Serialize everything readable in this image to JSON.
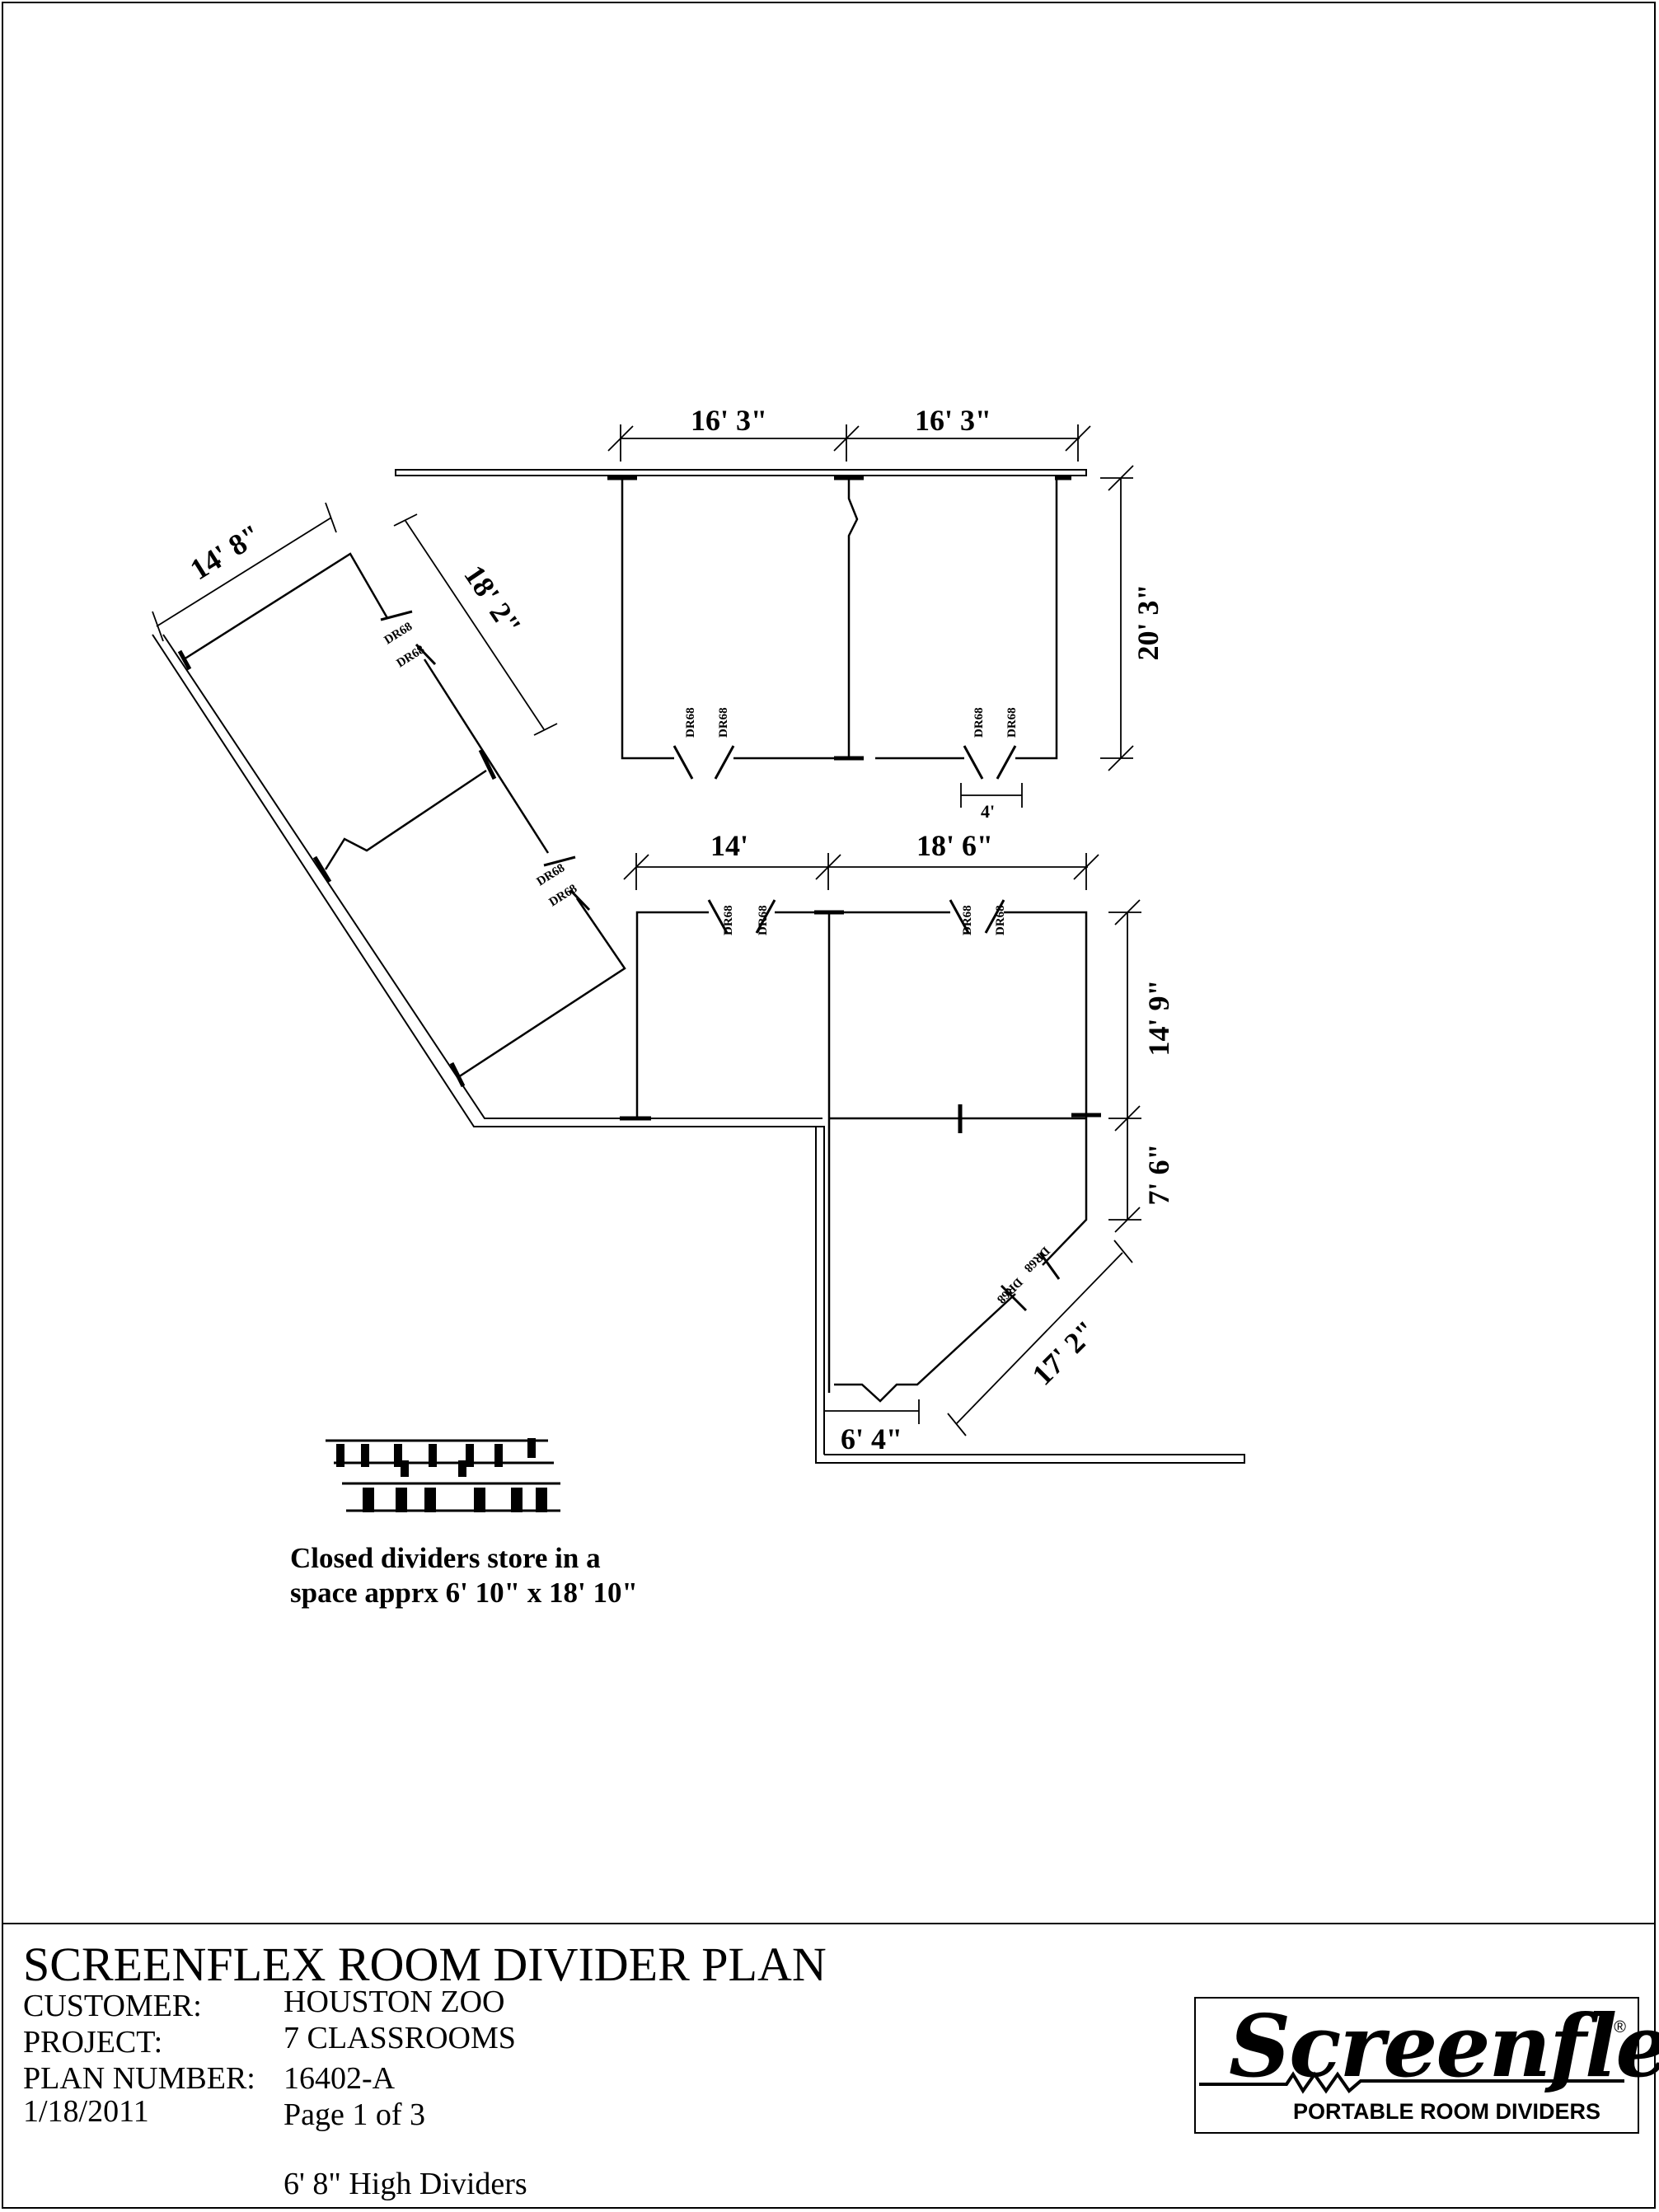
{
  "plan": {
    "dimensions": {
      "d_16_3_a": "16' 3\"",
      "d_16_3_b": "16' 3\"",
      "d_20_3": "20' 3\"",
      "d_4": "4'",
      "d_14_8": "14' 8\"",
      "d_18_2": "18' 2\"",
      "d_14": "14'",
      "d_18_6": "18' 6\"",
      "d_14_9": "14' 9\"",
      "d_7_6": "7' 6\"",
      "d_17_2": "17' 2\"",
      "d_6_4": "6' 4\""
    },
    "door_label": "DR68",
    "storage_note": {
      "line1": "Closed dividers store in a",
      "line2": "space apprx 6' 10\" x 18' 10\""
    }
  },
  "title_block": {
    "title": "SCREENFLEX ROOM DIVIDER PLAN",
    "customer_label": "CUSTOMER:",
    "customer": "HOUSTON ZOO",
    "project_label": "PROJECT:",
    "project": "7 CLASSROOMS",
    "plan_number_label": "PLAN NUMBER:",
    "plan_number": "16402-A",
    "date": "1/18/2011",
    "page": "Page 1 of 3",
    "height_note": "6' 8\" High Dividers"
  },
  "logo": {
    "wordmark": "Screenflex",
    "registered": "®",
    "tagline": "PORTABLE ROOM DIVIDERS"
  }
}
